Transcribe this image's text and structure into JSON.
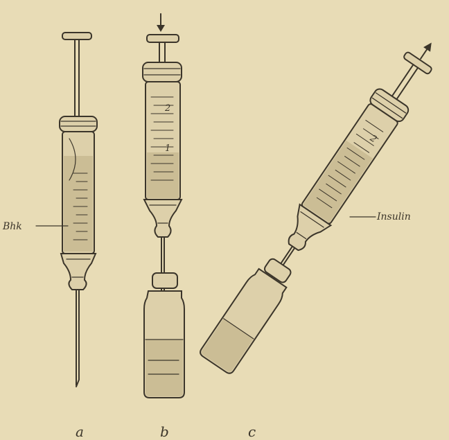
{
  "annotations": {
    "left_label": "Bhk",
    "right_label": "Insulin"
  },
  "scale_numbers": {
    "b_upper": "2",
    "b_lower": "1",
    "c_mark": "2"
  },
  "panel_letters": [
    "a",
    "b",
    "c"
  ],
  "colors": {
    "paper": "#e8dcb6",
    "ink": "#3b352a",
    "glass": "#ddd0aa",
    "fluid": "#cbbd95"
  }
}
